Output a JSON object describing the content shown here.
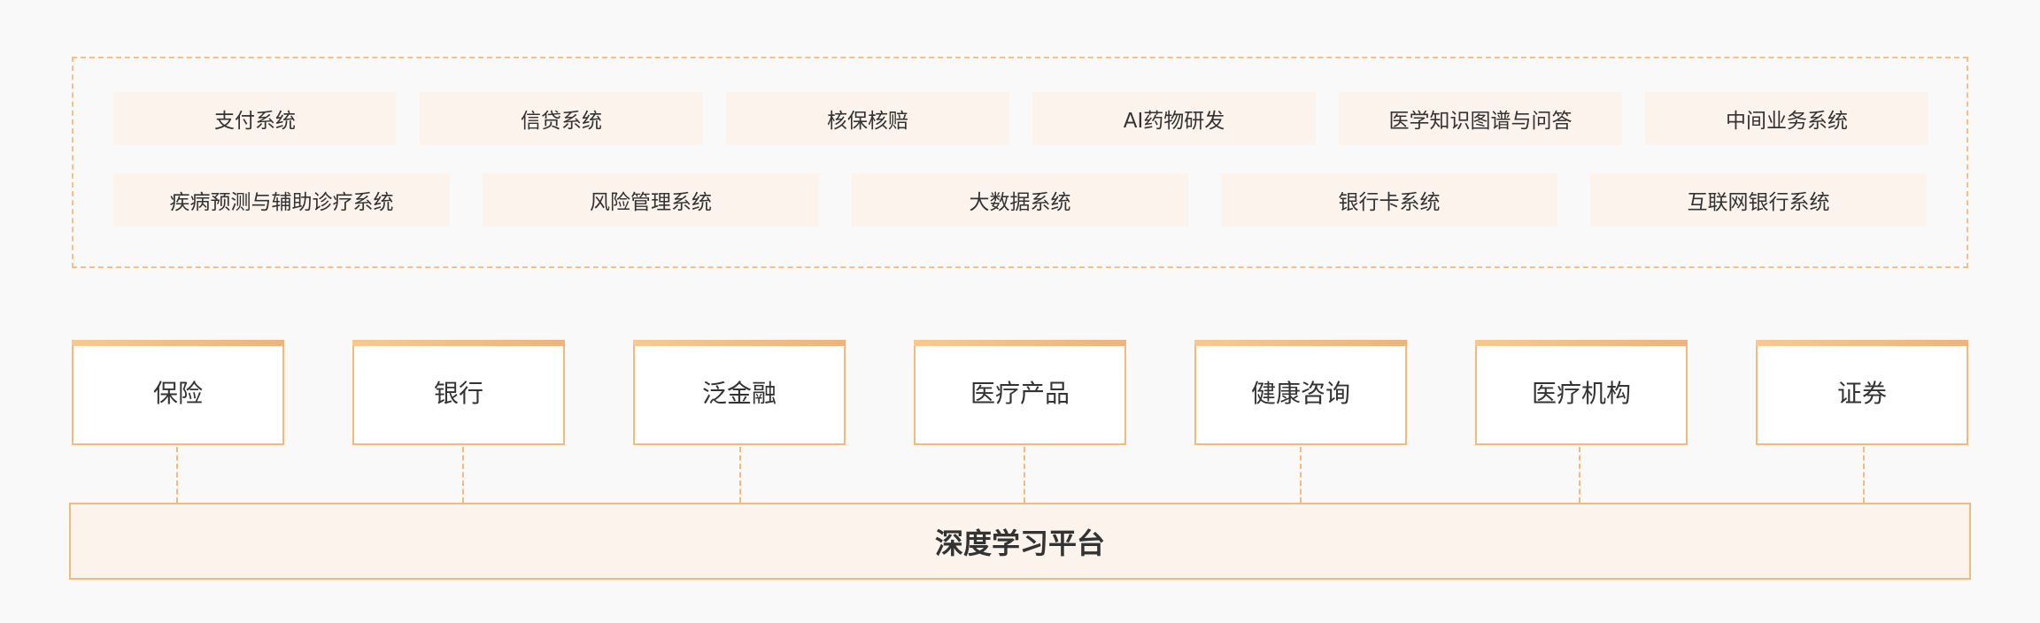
{
  "systems": {
    "row1": [
      "支付系统",
      "信贷系统",
      "核保核赔",
      "AI药物研发",
      "医学知识图谱与问答",
      "中间业务系统"
    ],
    "row2": [
      "疾病预测与辅助诊疗系统",
      "风险管理系统",
      "大数据系统",
      "银行卡系统",
      "互联网银行系统"
    ]
  },
  "sectors": [
    "保险",
    "银行",
    "泛金融",
    "医疗产品",
    "健康咨询",
    "医疗机构",
    "证券"
  ],
  "platform": {
    "label": "深度学习平台"
  },
  "colors": {
    "accent": "#f5b97c",
    "chip_bg": "#fbf3ec",
    "text": "#333333",
    "background": "#f9f9f9"
  }
}
